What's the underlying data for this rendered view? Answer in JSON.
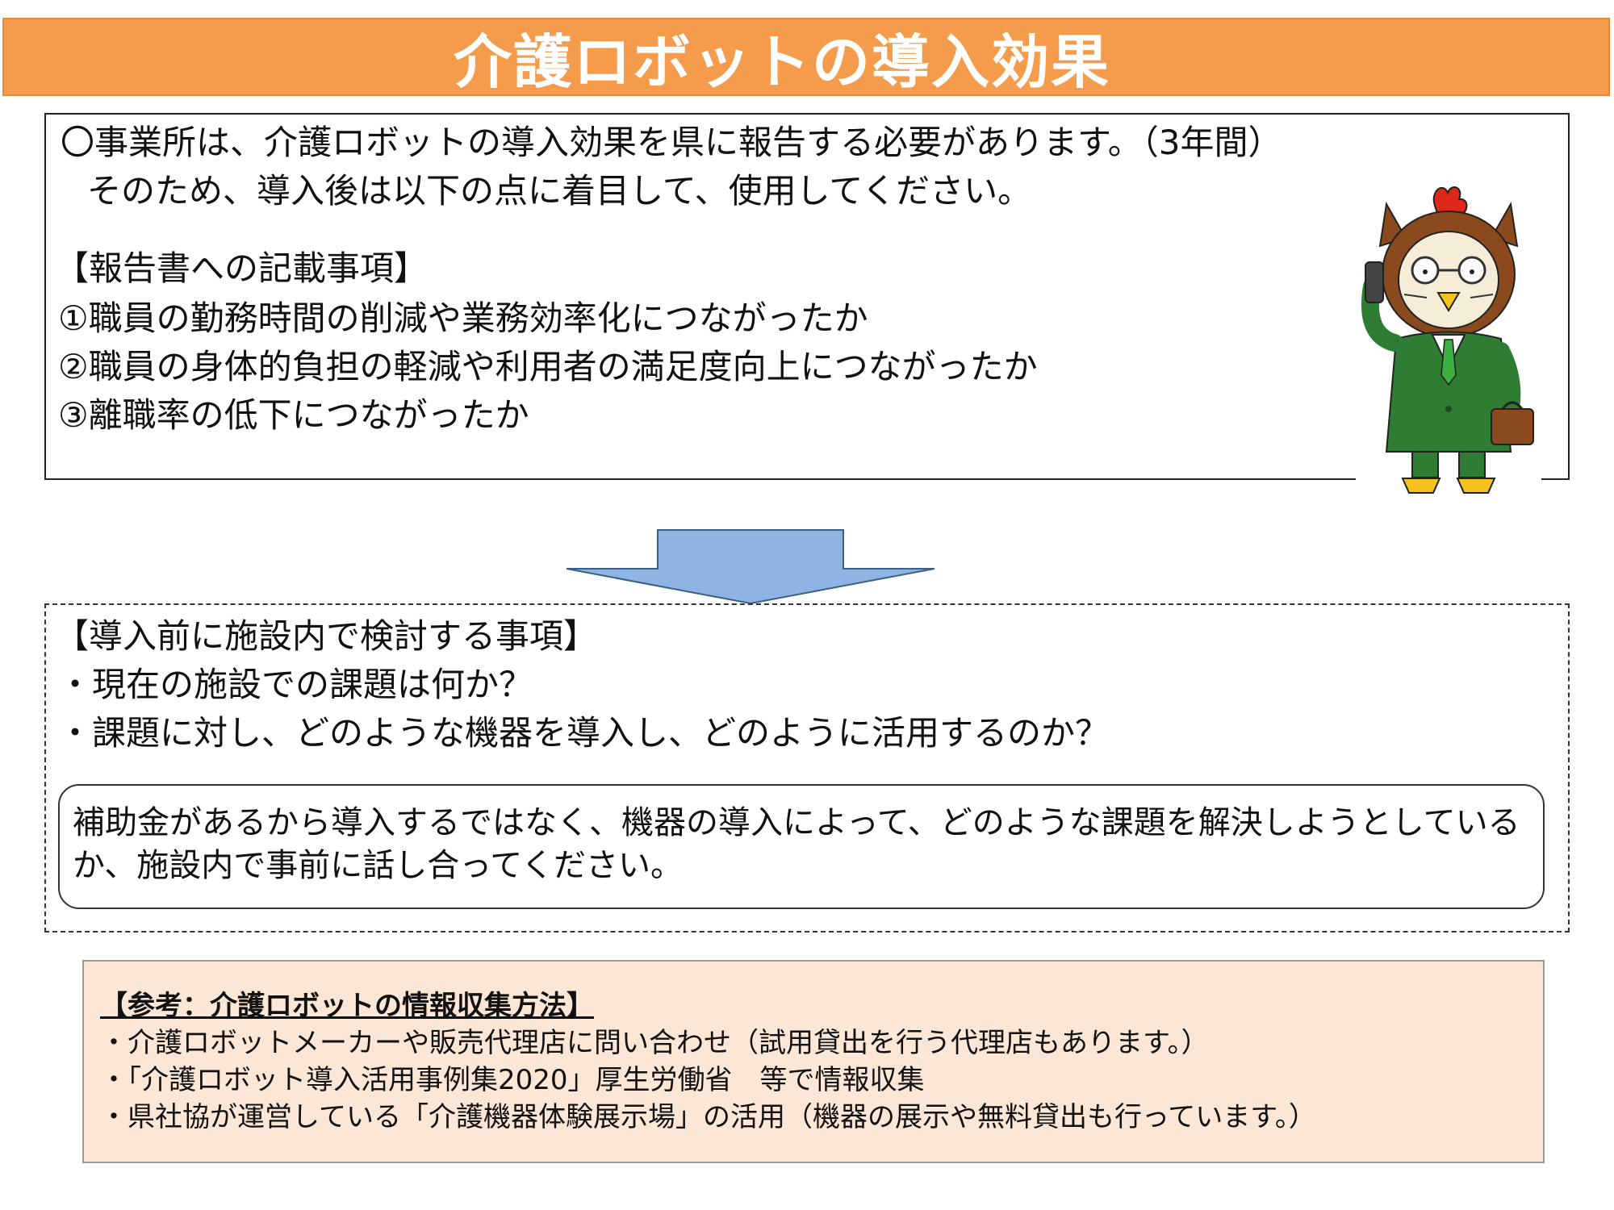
{
  "title": "介護ロボットの導入効果",
  "intro": {
    "line1": "〇事業所は、介護ロボットの導入効果を県に報告する必要があります。（3年間）",
    "line2": "そのため、導入後は以下の点に着目して、使用してください。"
  },
  "report": {
    "heading": "【報告書への記載事項】",
    "items": [
      "①職員の勤務時間の削減や業務効率化につながったか",
      "②職員の身体的負担の軽減や利用者の満足度向上につながったか",
      "③離職率の低下につながったか"
    ]
  },
  "review": {
    "heading": "【導入前に施設内で検討する事項】",
    "items": [
      "・現在の施設での課題は何か？",
      "・課題に対し、どのような機器を導入し、どのように活用するのか？"
    ],
    "note_line1": "補助金があるから導入するではなく、機器の導入によって、どのような課題を解決しようとしている",
    "note_line2": "か、施設内で事前に話し合ってください。"
  },
  "reference": {
    "heading": "【参考：介護ロボットの情報収集方法】",
    "items": [
      "・介護ロボットメーカーや販売代理店に問い合わせ（試用貸出を行う代理店もあります。）",
      "・「介護ロボット導入活用事例集2020」厚生労働省　等で情報収集",
      "・県社協が運営している「介護機器体験展示場」の活用（機器の展示や無料貸出も行っています。）"
    ]
  },
  "colors": {
    "title_bg": "#f59b4c",
    "arrow_fill": "#8eb4e3",
    "reference_bg": "#fce6d6",
    "mascot_suit": "#2e7d32"
  },
  "icons": [
    "down-arrow-icon",
    "owl-mascot-icon"
  ]
}
